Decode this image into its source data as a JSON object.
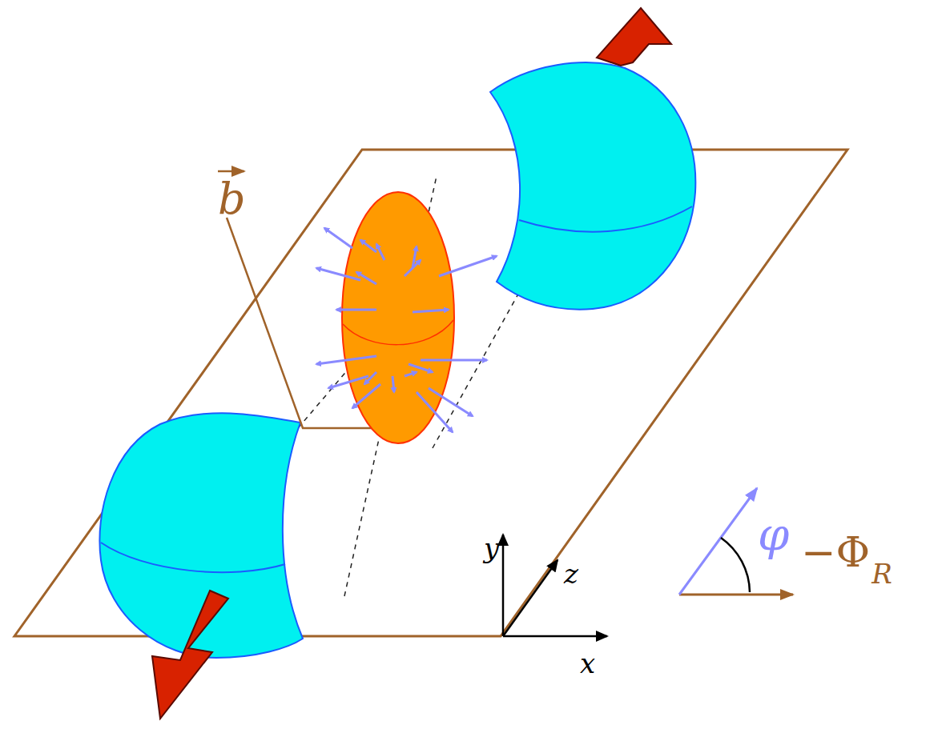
{
  "diagram": {
    "labels": [
      "b",
      "y",
      "z",
      "x",
      "φ",
      "−Φ",
      "R"
    ]
  }
}
